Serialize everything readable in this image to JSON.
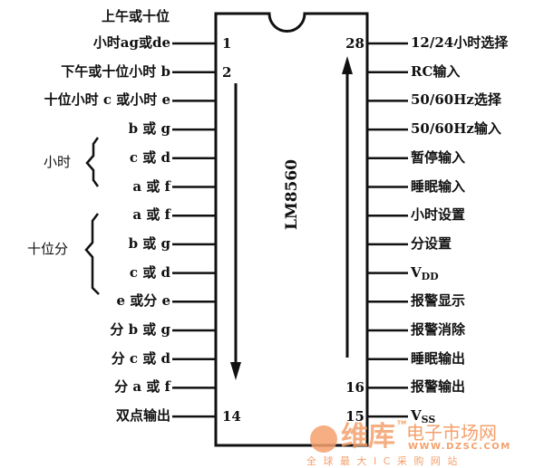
{
  "chip": {
    "name": "LM8560",
    "direction_left": "down",
    "direction_right": "up"
  },
  "left_top_label": "上午或十位",
  "left_pins": [
    {
      "num": "1",
      "label": "小时ag或de"
    },
    {
      "num": "2",
      "label": "下午或十位小时 b"
    },
    {
      "num": "",
      "label": "十位小时 c 或小时 e"
    },
    {
      "num": "",
      "label": "b 或 g"
    },
    {
      "num": "",
      "label": "c 或 d"
    },
    {
      "num": "",
      "label": "a 或 f"
    },
    {
      "num": "",
      "label": "a 或 f"
    },
    {
      "num": "",
      "label": "b 或 g"
    },
    {
      "num": "",
      "label": "c 或 d"
    },
    {
      "num": "",
      "label": "e 或分 e"
    },
    {
      "num": "",
      "label": "分 b 或 g"
    },
    {
      "num": "",
      "label": "分 c 或 d"
    },
    {
      "num": "",
      "label": "分 a 或 f"
    },
    {
      "num": "14",
      "label": "双点输出"
    }
  ],
  "right_pins": [
    {
      "num": "28",
      "label": "12/24小时选择"
    },
    {
      "num": "",
      "label": "RC输入"
    },
    {
      "num": "",
      "label": "50/60Hz选择"
    },
    {
      "num": "",
      "label": "50/60Hz输入"
    },
    {
      "num": "",
      "label": "暂停输入"
    },
    {
      "num": "",
      "label": "睡眠输入"
    },
    {
      "num": "",
      "label": "小时设置"
    },
    {
      "num": "",
      "label": "分设置"
    },
    {
      "num": "",
      "label": "V",
      "sub": "DD"
    },
    {
      "num": "",
      "label": "报警显示"
    },
    {
      "num": "",
      "label": "报警消除"
    },
    {
      "num": "",
      "label": "睡眠输出"
    },
    {
      "num": "16",
      "label": "报警输出"
    },
    {
      "num": "15",
      "label": "V",
      "sub": "SS"
    }
  ],
  "groups": [
    {
      "label": "小时",
      "pins": "4-6"
    },
    {
      "label": "十位分",
      "pins": "7-10"
    }
  ],
  "watermark": {
    "brand": "维库",
    "site_name": "电子市场网",
    "url": "WWW.DZSC.COM",
    "tm": "TM",
    "slogan": "全 球 最 大 I C 采 购 网 站",
    "color": "#f4a06c"
  }
}
